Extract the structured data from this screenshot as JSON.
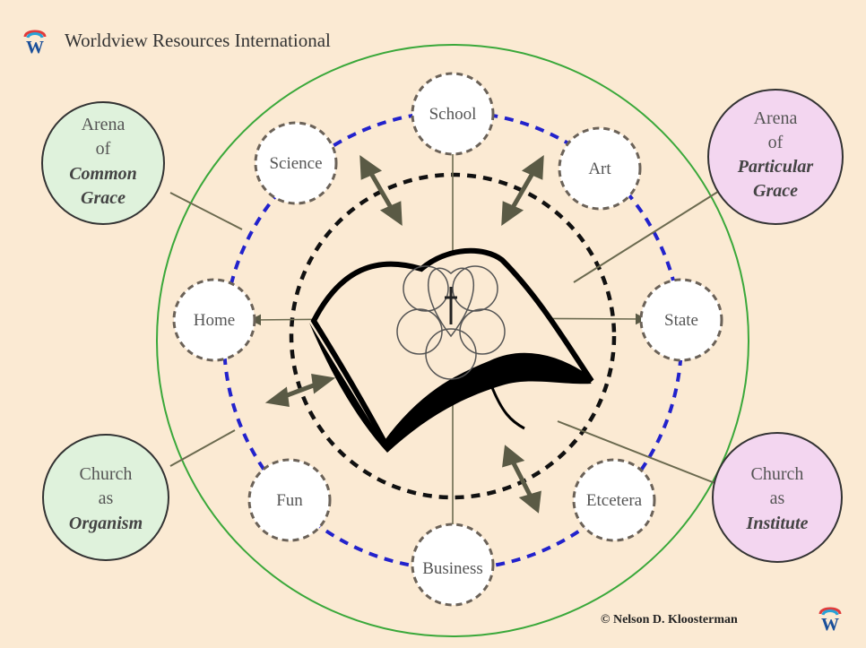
{
  "header": {
    "title": "Worldview Resources International"
  },
  "footer": {
    "copyright": "© Nelson D. Kloosterman"
  },
  "nodes": [
    {
      "id": "school",
      "label": "School"
    },
    {
      "id": "art",
      "label": "Art"
    },
    {
      "id": "state",
      "label": "State"
    },
    {
      "id": "etcetera",
      "label": "Etcetera"
    },
    {
      "id": "business",
      "label": "Business"
    },
    {
      "id": "fun",
      "label": "Fun"
    },
    {
      "id": "home",
      "label": "Home"
    },
    {
      "id": "science",
      "label": "Science"
    }
  ],
  "side_circles": [
    {
      "id": "common-grace",
      "lines": [
        "Arena",
        "of"
      ],
      "bold_lines": [
        "Common",
        "Grace"
      ],
      "fill": "#dff2dc"
    },
    {
      "id": "particular-grace",
      "lines": [
        "Arena",
        "of"
      ],
      "bold_lines": [
        "Particular",
        "Grace"
      ],
      "fill": "#f3d6f0"
    },
    {
      "id": "organism",
      "lines": [
        "Church",
        "as"
      ],
      "bold_lines": [
        "Organism"
      ],
      "fill": "#dff2dc"
    },
    {
      "id": "institute",
      "lines": [
        "Church",
        "as"
      ],
      "bold_lines": [
        "Institute"
      ],
      "fill": "#f3d6f0"
    }
  ],
  "colors": {
    "background": "#fbead3",
    "outer_ring": "#3aa83a",
    "dashed_ring": "#2222cc",
    "inner_ring": "#111111",
    "arrow": "#5a5a45",
    "node_border": "#6b6258"
  },
  "icons": [
    "worldview-logo-icon",
    "bible-icon",
    "luther-rose-icon",
    "double-arrow-icon"
  ]
}
